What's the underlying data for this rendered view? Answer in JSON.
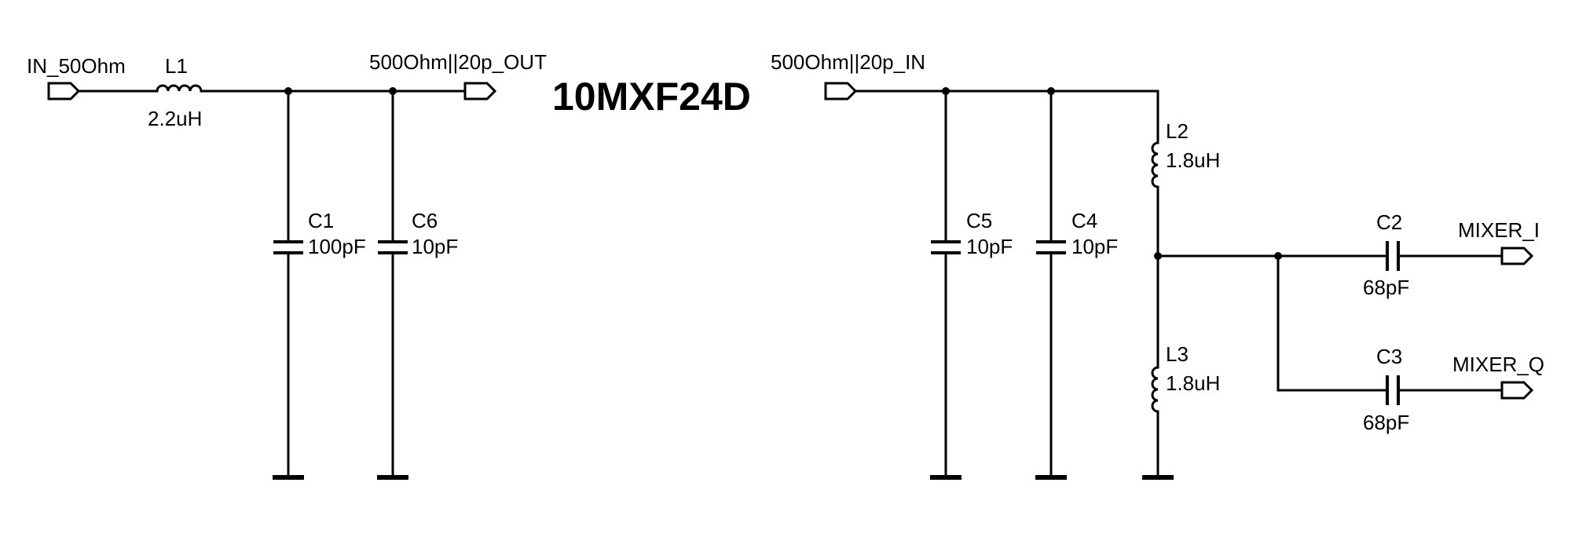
{
  "title": "10MXF24D",
  "ports": {
    "in_50": "IN_50Ohm",
    "out_500": "500Ohm||20p_OUT",
    "in_500": "500Ohm||20p_IN",
    "mixer_i": "MIXER_I",
    "mixer_q": "MIXER_Q"
  },
  "components": {
    "L1": {
      "ref": "L1",
      "value": "2.2uH"
    },
    "C1": {
      "ref": "C1",
      "value": "100pF"
    },
    "C6": {
      "ref": "C6",
      "value": "10pF"
    },
    "C5": {
      "ref": "C5",
      "value": "10pF"
    },
    "C4": {
      "ref": "C4",
      "value": "10pF"
    },
    "L2": {
      "ref": "L2",
      "value": "1.8uH"
    },
    "L3": {
      "ref": "L3",
      "value": "1.8uH"
    },
    "C2": {
      "ref": "C2",
      "value": "68pF"
    },
    "C3": {
      "ref": "C3",
      "value": "68pF"
    }
  }
}
